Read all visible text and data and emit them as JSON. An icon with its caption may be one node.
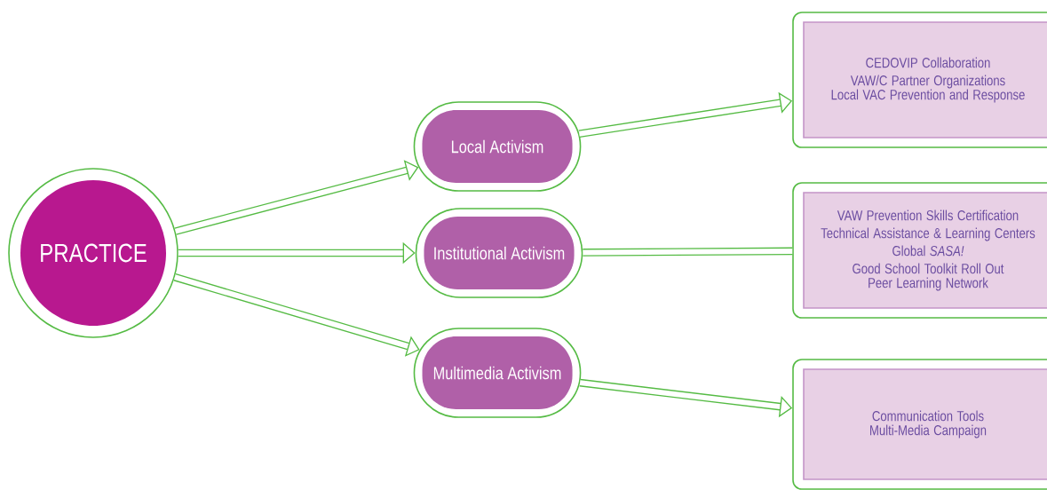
{
  "diagram": {
    "nodes": [
      {
        "text": [
          "PRACTICE"
        ]
      },
      {
        "text": [
          "Local Activism"
        ]
      },
      {
        "text": [
          "Institutional Activism"
        ]
      },
      {
        "text": [
          "Multimedia Activism"
        ]
      },
      {
        "text": [
          "CEDOVIP Collaboration",
          "VAW/C Partner Organizations",
          "Local VAC Prevention and Response"
        ]
      },
      {
        "text": [
          "VAW Prevention Skills Certification",
          "Technical Assistance & Learning Centers",
          "Global *SASA!*",
          "Good School Toolkit Roll Out",
          "Peer Learning Network"
        ]
      },
      {
        "text": [
          "Communication Tools",
          "Multi-Media Campaign"
        ]
      }
    ],
    "edges": [
      {
        "from": 0,
        "to": 1,
        "arrow": "to"
      },
      {
        "from": 0,
        "to": 2,
        "arrow": "to"
      },
      {
        "from": 0,
        "to": 3,
        "arrow": "to"
      },
      {
        "from": 1,
        "to": 4,
        "arrow": "to"
      },
      {
        "from": 2,
        "to": 5,
        "arrow": "none"
      },
      {
        "from": 3,
        "to": 6,
        "arrow": "to"
      }
    ]
  }
}
